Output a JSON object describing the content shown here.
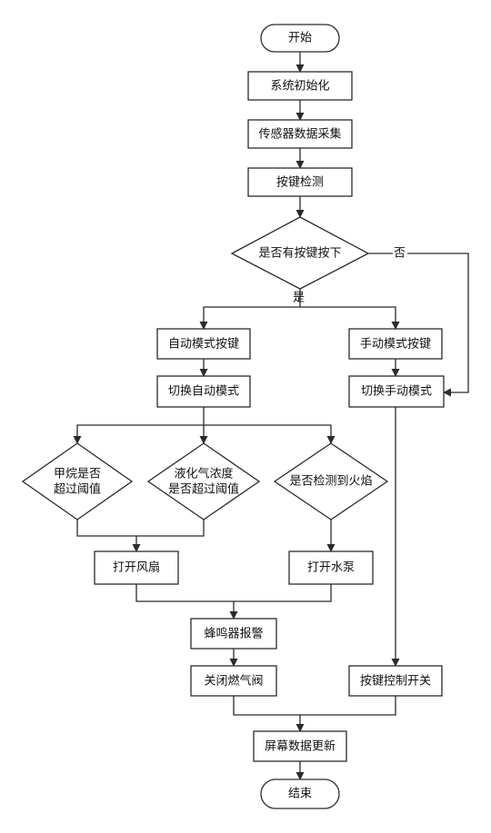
{
  "nodes": {
    "start": "开始",
    "init": "系统初始化",
    "sensor": "传感器数据采集",
    "keydetect": "按键检测",
    "keypressed": "是否有按键按下",
    "auto_key": "自动模式按键",
    "manual_key": "手动模式按键",
    "switch_auto": "切换自动模式",
    "switch_manual": "切换手动模式",
    "methane": [
      "甲烷是否",
      "超过阈值"
    ],
    "lpg": [
      "液化气浓度",
      "是否超过阈值"
    ],
    "flame": "是否检测到火焰",
    "fan": "打开风扇",
    "pump": "打开水泵",
    "buzzer": "蜂鸣器报警",
    "valve": "关闭燃气阀",
    "key_control": "按键控制开关",
    "update": "屏幕数据更新",
    "end": "结束"
  },
  "edge_labels": {
    "yes": "是",
    "no": "否"
  }
}
